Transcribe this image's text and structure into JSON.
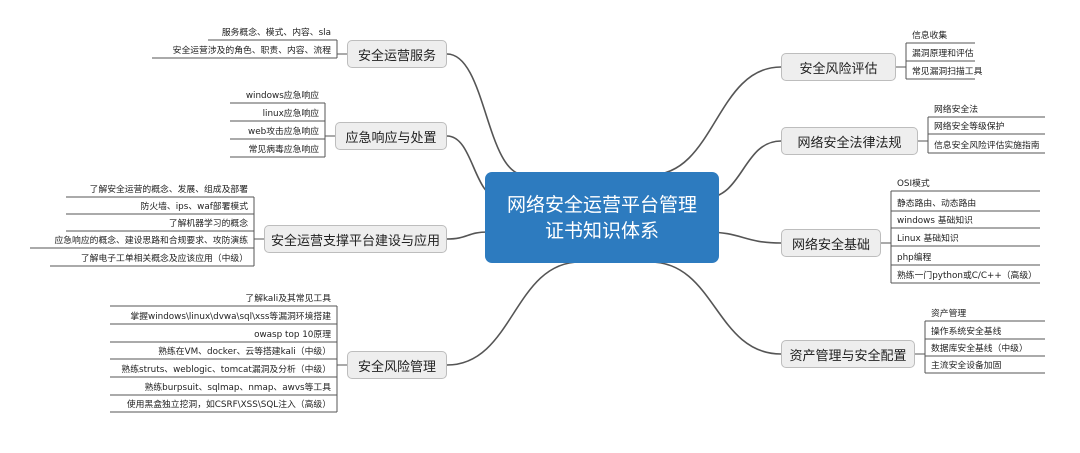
{
  "center": {
    "line1": "网络安全运营平台管理",
    "line2": "证书知识体系"
  },
  "branches": [
    {
      "label": "安全运营服务",
      "leaves": [
        "服务概念、模式、内容、sla",
        "安全运营涉及的角色、职责、内容、流程"
      ]
    },
    {
      "label": "应急响应与处置",
      "leaves": [
        "windows应急响应",
        "linux应急响应",
        "web攻击应急响应",
        "常见病毒应急响应"
      ]
    },
    {
      "label": "安全运营支撑平台建设与应用",
      "leaves": [
        "了解安全运营的概念、发展、组成及部署",
        "防火墙、ips、waf部署模式",
        "了解机器学习的概念",
        "应急响应的概念、建设思路和合规要求、攻防演练",
        "了解电子工单相关概念及应该应用（中级）"
      ]
    },
    {
      "label": "安全风险管理",
      "leaves": [
        "了解kali及其常见工具",
        "掌握windows\\linux\\dvwa\\sql\\xss等漏洞环境搭建",
        "owasp top 10原理",
        "熟练在VM、docker、云等搭建kali（中级）",
        "熟练struts、weblogic、tomcat漏洞及分析（中级）",
        "熟练burpsuit、sqlmap、nmap、awvs等工具",
        "使用黑盒独立挖洞，如CSRF\\XSS\\SQL注入（高级）"
      ]
    },
    {
      "label": "安全风险评估",
      "leaves": [
        "信息收集",
        "漏洞原理和评估",
        "常见漏洞扫描工具"
      ]
    },
    {
      "label": "网络安全法律法规",
      "leaves": [
        "网络安全法",
        "网络安全等级保护",
        "信息安全风险评估实施指南"
      ]
    },
    {
      "label": "网络安全基础",
      "leaves": [
        "OSI模式",
        "静态路由、动态路由",
        "windows 基础知识",
        "Linux 基础知识",
        "php编程",
        "熟练一门python或C/C++（高级）"
      ]
    },
    {
      "label": "资产管理与安全配置",
      "leaves": [
        "资产管理",
        "操作系统安全基线",
        "数据库安全基线（中级）",
        "主流安全设备加固"
      ]
    }
  ],
  "colors": {
    "center_fill": "#2d7bbf",
    "branch_fill": "#eeeeee",
    "branch_border": "#bdbdbd",
    "line": "#555555"
  }
}
